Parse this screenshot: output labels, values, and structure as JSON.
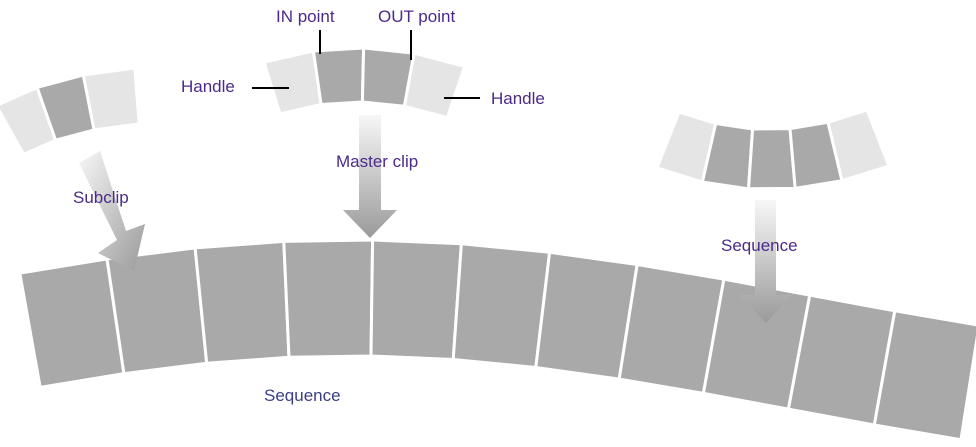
{
  "colors": {
    "background": "#ffffff",
    "label": "#4b2a8a",
    "label_on_band": "#3a3f85",
    "handle_frame": "#e5e5e5",
    "clip_frame": "#a9a9a9",
    "frame_gap": "#ffffff",
    "arrow_light": "#f7f7f7",
    "arrow_dark": "#9a9a9a",
    "leader_line": "#000000"
  },
  "labels": {
    "in_point": "IN point",
    "out_point": "OUT point",
    "handle_left": "Handle",
    "handle_right": "Handle",
    "master_clip": "Master clip",
    "subclip": "Subclip",
    "sequence_arrow": "Sequence",
    "sequence_band": "Sequence"
  },
  "master_clip_frames": [
    "handle",
    "clip",
    "clip",
    "handle"
  ],
  "subclip_frames": [
    "handle",
    "clip",
    "handle"
  ],
  "sequence_clip_frames": [
    "handle",
    "clip",
    "clip",
    "clip",
    "handle"
  ],
  "sequence_band_frame_count": 11
}
